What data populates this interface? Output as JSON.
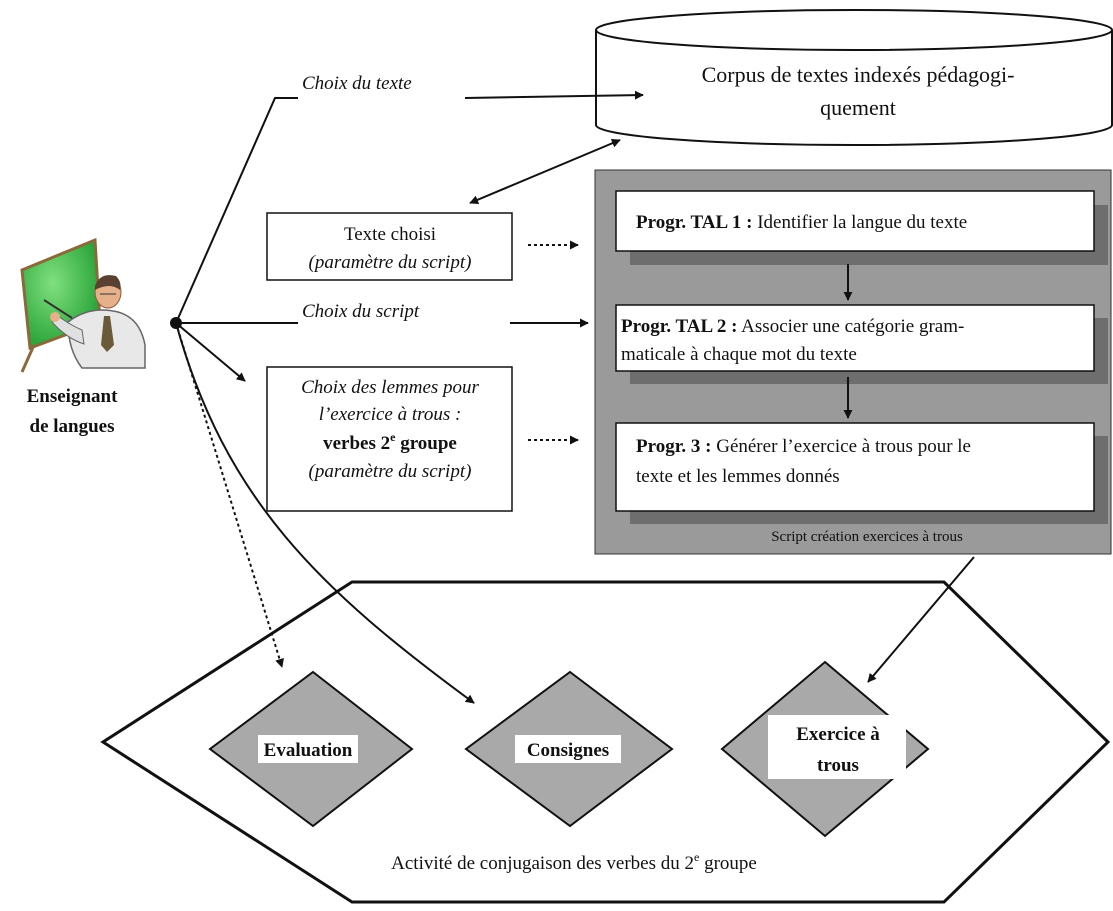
{
  "actor": {
    "icon": "teacher-presenting-icon",
    "label_line1": "Enseignant",
    "label_line2": "de langues"
  },
  "corpus": {
    "line1": "Corpus de textes indexés pédagogi-",
    "line2": "quement"
  },
  "edges": {
    "choix_texte": "Choix du texte",
    "choix_script": "Choix du script"
  },
  "param_texte": {
    "line1": "Texte choisi",
    "line2": "(paramètre du script)"
  },
  "param_lemmes": {
    "line1": "Choix des lemmes pour",
    "line2": "l’exercice à trous :",
    "line3_main": "verbes 2",
    "line3_sup": "e",
    "line3_end": " groupe",
    "line4": "(paramètre du script)"
  },
  "script": {
    "caption": "Script création exercices à trous",
    "steps": [
      {
        "bold": "Progr. TAL 1 :",
        "text1": " Identifier la langue du texte",
        "text2": ""
      },
      {
        "bold": "Progr. TAL 2 :",
        "text1": " Associer une catégorie gram-",
        "text2": "maticale à chaque mot du texte"
      },
      {
        "bold": "Progr. 3 :",
        "text1": " Générer l’exercice à trous pour le",
        "text2": "texte et les lemmes donnés"
      }
    ]
  },
  "activity": {
    "caption_main": "Activité de conjugaison des verbes du 2",
    "caption_sup": "e",
    "caption_end": " groupe",
    "items": [
      {
        "line1": "Evaluation",
        "line2": ""
      },
      {
        "line1": "Consignes",
        "line2": ""
      },
      {
        "line1": "Exercice à",
        "line2": "trous"
      }
    ]
  },
  "colors": {
    "line": "#111111",
    "script_panel": "#9a9a9a",
    "diamond_fill": "#a9a9a9",
    "box_shadow": "#6e6e6e",
    "background": "#ffffff"
  }
}
